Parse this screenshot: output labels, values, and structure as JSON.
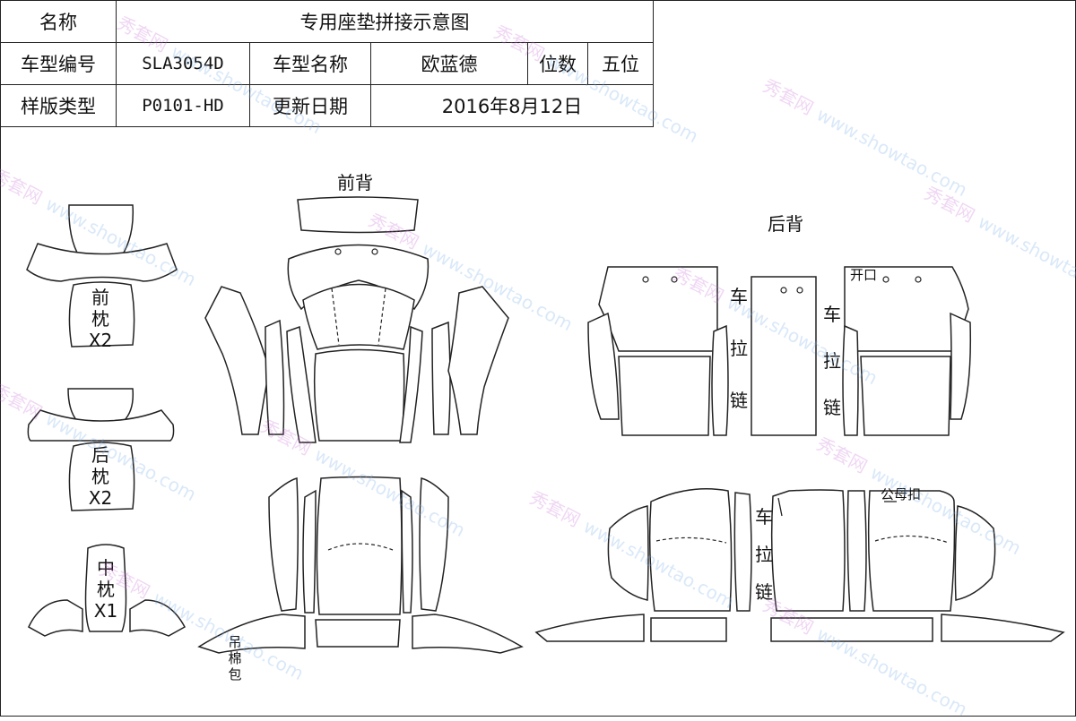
{
  "info_table": {
    "label_name": "名称",
    "title": "专用座垫拼接示意图",
    "label_model_no": "车型编号",
    "model_no": "SLA3054D",
    "label_model_name": "车型名称",
    "model_name": "欧蓝德",
    "label_seats": "位数",
    "seats": "五位",
    "label_pattern_type": "样版类型",
    "pattern_type": "P0101-HD",
    "label_update_date": "更新日期",
    "update_date": "2016年8月12日"
  },
  "labels": {
    "front_back": "前背",
    "rear_back": "后背",
    "front_pillow": [
      "前",
      "枕",
      "X2"
    ],
    "rear_pillow": [
      "后",
      "枕",
      "X2"
    ],
    "middle_pillow": [
      "中",
      "枕",
      "X1"
    ],
    "hanging_cotton_bag": [
      "吊",
      "棉",
      "包"
    ],
    "zipper": [
      "车",
      "拉",
      "链"
    ],
    "opening": "开口",
    "snap_button": "公母扣"
  },
  "watermark": {
    "cn": "秀套网",
    "en": "www.showtao.com"
  }
}
